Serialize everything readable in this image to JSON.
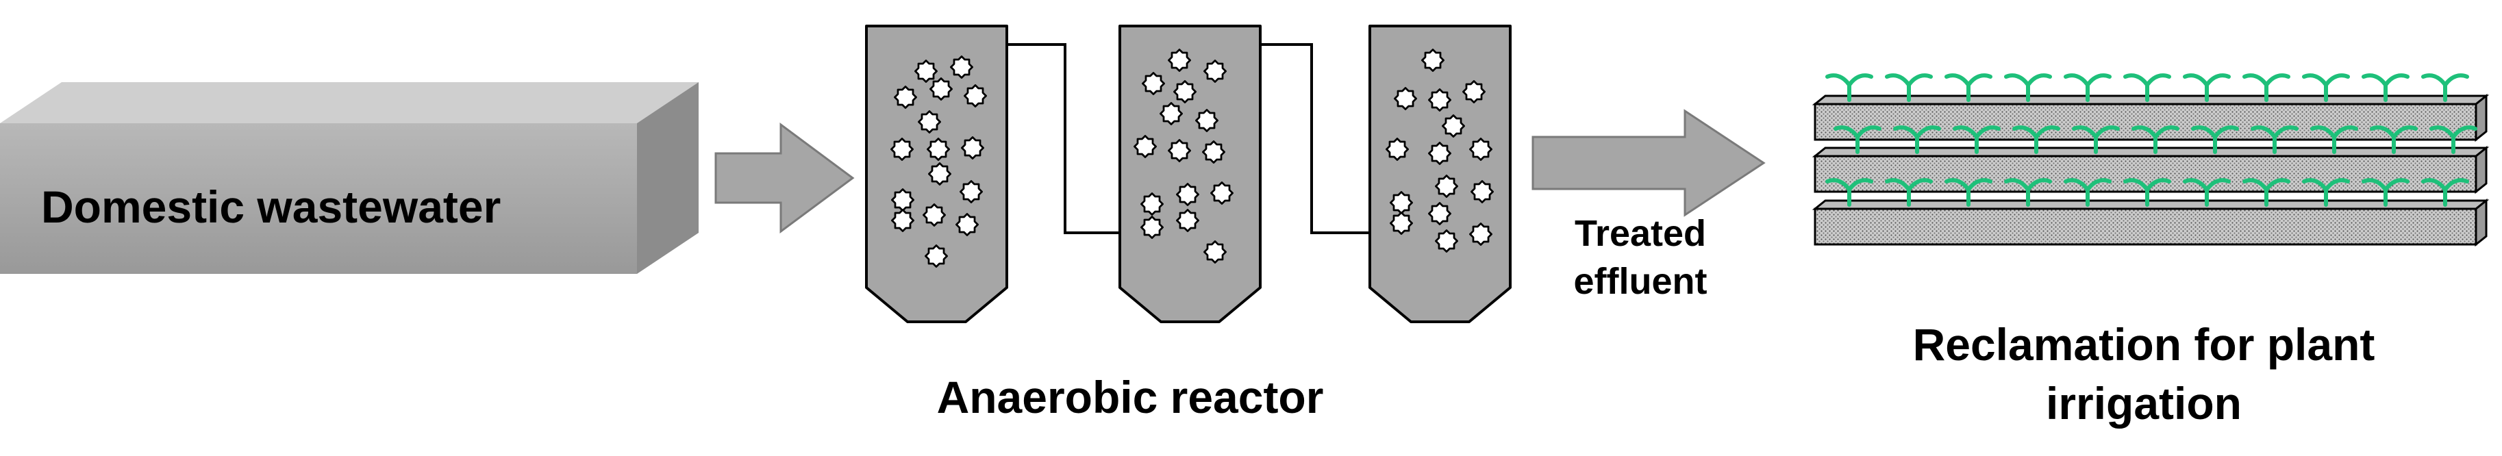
{
  "source": {
    "label": "Domestic wastewater"
  },
  "process": {
    "caption": "Anaerobic reactor",
    "reactor_count": 3,
    "granule_icon": "sludge-granule-icon"
  },
  "flow": {
    "effluent_label": "Treated effluent"
  },
  "destination": {
    "label": "Reclamation for plant irrigation",
    "plant_icon": "seedling-icon",
    "bed_count": 3
  },
  "colors": {
    "box_front": "#a6a6a6",
    "box_top": "#cfcfcf",
    "box_side": "#8c8c8c",
    "arrow": "#a6a6a6",
    "reactor_fill": "#a6a6a6",
    "bed_fill": "#cccccc",
    "plant": "#1ec07a",
    "outline": "#000000"
  }
}
